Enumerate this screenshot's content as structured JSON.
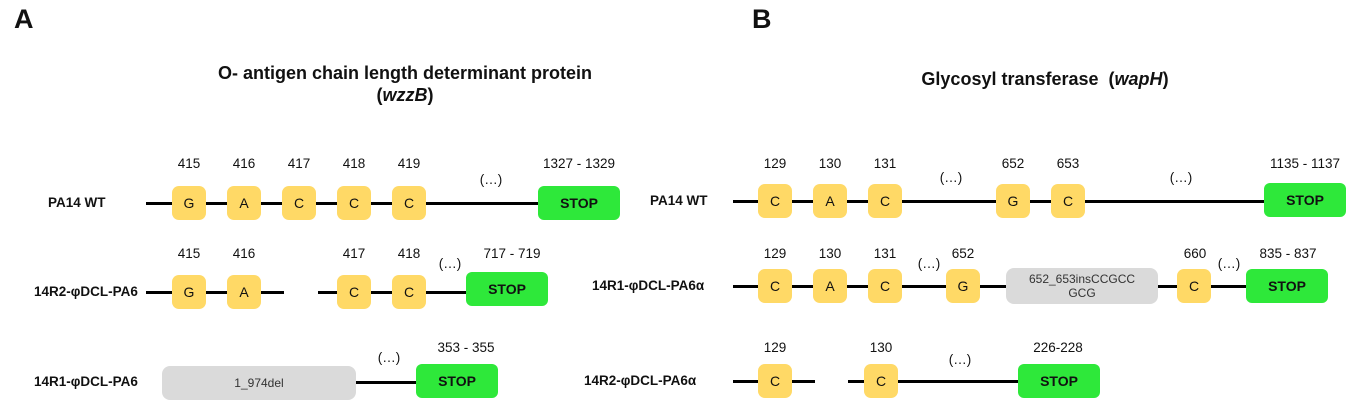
{
  "panel_a": {
    "letter": "A",
    "title_main": "O- antigen chain length determinant protein",
    "title_gene": "wzzB",
    "title_gene_open": "(",
    "title_gene_close": ")",
    "rows": [
      {
        "label": "PA14 WT",
        "nucleotides": [
          {
            "pos": "415",
            "base": "G"
          },
          {
            "pos": "416",
            "base": "A"
          },
          {
            "pos": "417",
            "base": "C"
          },
          {
            "pos": "418",
            "base": "C"
          },
          {
            "pos": "419",
            "base": "C"
          }
        ],
        "gap": "(…)",
        "stop_pos": "1327 - 1329",
        "stop_label": "STOP"
      },
      {
        "label": "14R2-φDCL-PA6",
        "nucleotides": [
          {
            "pos": "415",
            "base": "G"
          },
          {
            "pos": "416",
            "base": "A"
          },
          {
            "pos": "417",
            "base": "C"
          },
          {
            "pos": "418",
            "base": "C"
          }
        ],
        "gap": "(…)",
        "stop_pos": "717 - 719",
        "stop_label": "STOP"
      },
      {
        "label": "14R1-φDCL-PA6",
        "deletion": "1_974del",
        "gap": "(…)",
        "stop_pos": "353 - 355",
        "stop_label": "STOP"
      }
    ]
  },
  "panel_b": {
    "letter": "B",
    "title_main": "Glycosyl transferase",
    "title_gene": "wapH",
    "title_gene_open": "(",
    "title_gene_close": ")",
    "rows": [
      {
        "label": "PA14 WT",
        "nucleotides": [
          {
            "pos": "129",
            "base": "C"
          },
          {
            "pos": "130",
            "base": "A"
          },
          {
            "pos": "131",
            "base": "C"
          },
          {
            "pos": "652",
            "base": "G"
          },
          {
            "pos": "653",
            "base": "C"
          }
        ],
        "gap1": "(…)",
        "gap2": "(…)",
        "stop_pos": "1135 - 1137",
        "stop_label": "STOP"
      },
      {
        "label": "14R1-φDCL-PA6α",
        "nucleotides": [
          {
            "pos": "129",
            "base": "C"
          },
          {
            "pos": "130",
            "base": "A"
          },
          {
            "pos": "131",
            "base": "C"
          },
          {
            "pos": "652",
            "base": "G"
          },
          {
            "pos": "660",
            "base": "C"
          }
        ],
        "insertion_line1": "652_653insCCGCC",
        "insertion_line2": "GCG",
        "gap1": "(…)",
        "gap2": "(…)",
        "stop_pos": "835 - 837",
        "stop_label": "STOP"
      },
      {
        "label": "14R2-φDCL-PA6α",
        "nucleotides": [
          {
            "pos": "129",
            "base": "C"
          },
          {
            "pos": "130",
            "base": "C"
          }
        ],
        "gap": "(…)",
        "stop_pos": "226-228",
        "stop_label": "STOP"
      }
    ]
  }
}
